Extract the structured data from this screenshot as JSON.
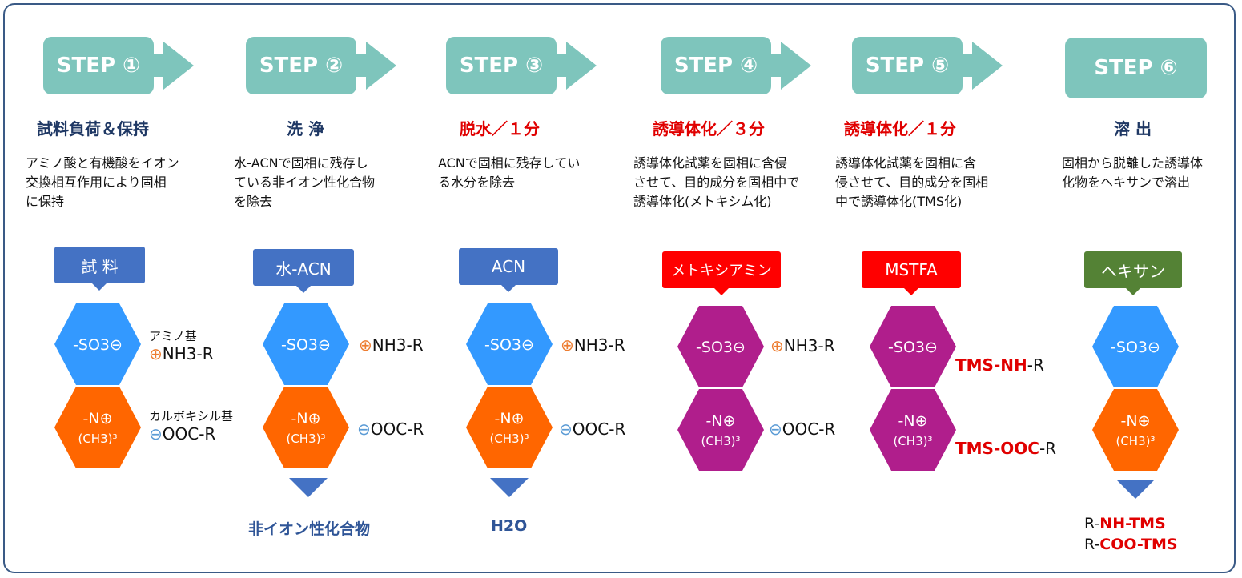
{
  "colors": {
    "step_fill": "#7ec5bc",
    "border": "#3a5a86",
    "title_navy": "#1f3864",
    "title_red": "#e00000",
    "reagent_blue": "#4472c4",
    "reagent_red": "#ff0000",
    "reagent_green": "#548235",
    "hex_blue": "#3399ff",
    "hex_orange": "#ff6600",
    "hex_purple": "#b01e8c",
    "result_blue": "#2f5597"
  },
  "steps": [
    {
      "label": "STEP ①",
      "title": "試料負荷＆保持",
      "description": "アミノ酸と有機酸をイオン\n交換相互作用により固相\nに保持",
      "reagent": "試 料",
      "hex_top": "-SO3⊖",
      "hex_bottom_line1": "-N⊕",
      "hex_bottom_line2": "(CH3)³",
      "label_top_small": "アミノ基",
      "label_top_symbol": "⊕",
      "label_top": "NH3-R",
      "label_bottom_small": "カルボキシル基",
      "label_bottom_symbol": "⊖",
      "label_bottom": "OOC-R"
    },
    {
      "label": "STEP ②",
      "title": "洗 浄",
      "description": "水-ACNで固相に残存し\nている非イオン性化合物\nを除去",
      "reagent": "水-ACN",
      "hex_top": "-SO3⊖",
      "hex_bottom_line1": "-N⊕",
      "hex_bottom_line2": "(CH3)³",
      "label_top_symbol": "⊕",
      "label_top": "NH3-R",
      "label_bottom_symbol": "⊖",
      "label_bottom": "OOC-R",
      "result": "非イオン性化合物"
    },
    {
      "label": "STEP ③",
      "title": "脱水／１分",
      "description": "ACNで固相に残存してい\nる水分を除去",
      "reagent": "ACN",
      "hex_top": "-SO3⊖",
      "hex_bottom_line1": "-N⊕",
      "hex_bottom_line2": "(CH3)³",
      "label_top_symbol": "⊕",
      "label_top": "NH3-R",
      "label_bottom_symbol": "⊖",
      "label_bottom": "OOC-R",
      "result": "H2O"
    },
    {
      "label": "STEP ④",
      "title": "誘導体化／３分",
      "description": "誘導体化試薬を固相に含侵\nさせて、目的成分を固相中で\n誘導体化(メトキシム化)",
      "reagent": "メトキシアミン",
      "hex_top": "-SO3⊖",
      "hex_bottom_line1": "-N⊕",
      "hex_bottom_line2": "(CH3)³",
      "label_top_symbol": "⊕",
      "label_top": "NH3-R",
      "label_bottom_symbol": "⊖",
      "label_bottom": "OOC-R"
    },
    {
      "label": "STEP ⑤",
      "title": "誘導体化／１分",
      "description": "誘導体化試薬を固相に含\n侵させて、目的成分を固相\n中で誘導体化(TMS化)",
      "reagent": "MSTFA",
      "hex_top": "-SO3⊖",
      "hex_bottom_line1": "-N⊕",
      "hex_bottom_line2": "(CH3)³",
      "label_top_red": "TMS-NH",
      "label_top": "-R",
      "label_bottom_red": "TMS-OOC",
      "label_bottom": "-R"
    },
    {
      "label": "STEP ⑥",
      "title": "溶 出",
      "description": "固相から脱離した誘導体\n化物をヘキサンで溶出",
      "reagent": "ヘキサン",
      "hex_top": "-SO3⊖",
      "hex_bottom_line1": "-N⊕",
      "hex_bottom_line2": "(CH3)³",
      "result_line1_prefix": "R-",
      "result_line1": "NH-TMS",
      "result_line2_prefix": "R-",
      "result_line2": "COO-TMS"
    }
  ]
}
